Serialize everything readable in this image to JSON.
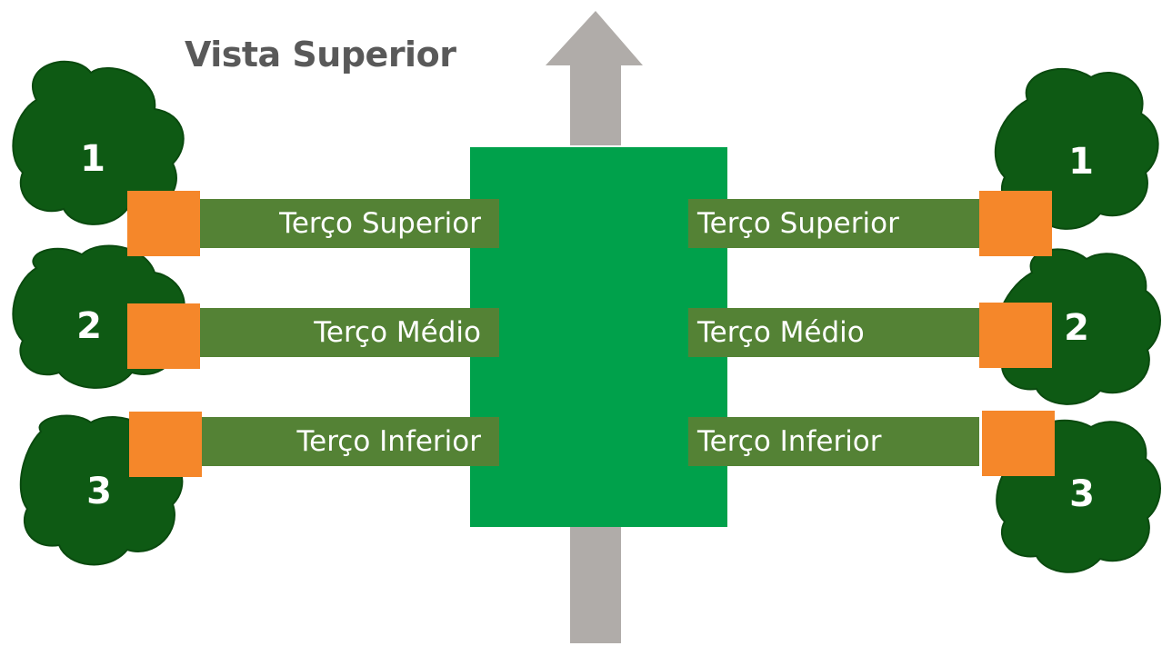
{
  "title": "Vista Superior",
  "colors": {
    "tree": "#0e5a14",
    "tree_outline": "#0a4a0f",
    "crop_block": "#00a14b",
    "band": "#548235",
    "marker": "#f5872a",
    "arrow": "#b0aca9",
    "title": "#595959"
  },
  "left_side": {
    "bands": [
      "Terço Superior",
      "Terço Médio",
      "Terço Inferior"
    ],
    "tree_numbers": [
      "1",
      "2",
      "3"
    ]
  },
  "right_side": {
    "bands": [
      "Terço Superior",
      "Terço Médio",
      "Terço Inferior"
    ],
    "tree_numbers": [
      "1",
      "2",
      "3"
    ]
  },
  "icons": {
    "direction_arrow": "arrow-up-icon",
    "tree": "tree-canopy-icon",
    "marker": "square-marker-icon"
  }
}
